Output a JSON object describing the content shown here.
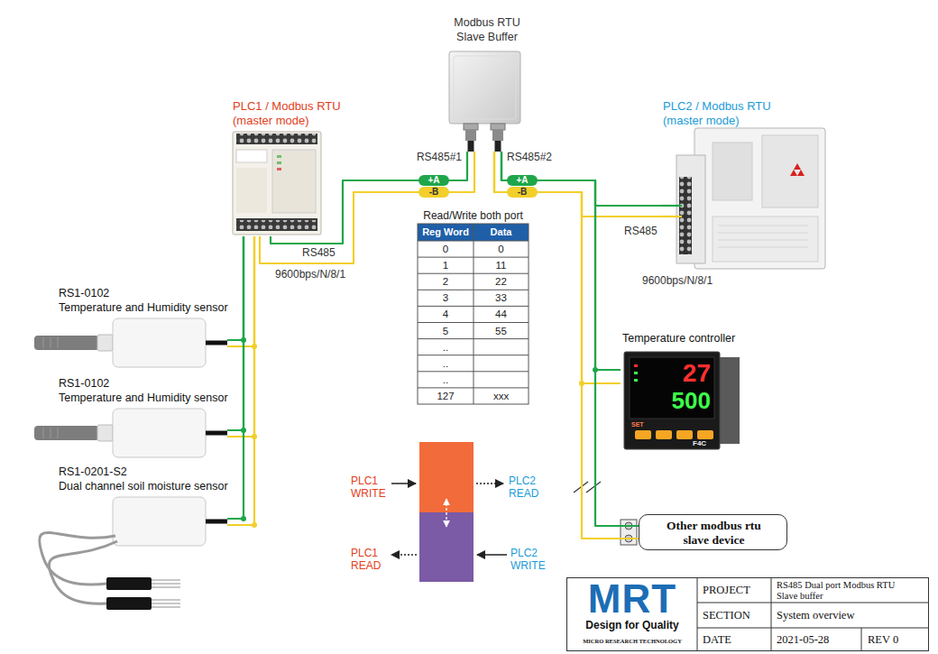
{
  "diagram": {
    "nodes": [
      {
        "text": [
          "Modbus RTU Slave Buffer"
        ]
      },
      {
        "text": [
          "PLC1 / Modbus RTU (master mode)"
        ]
      },
      {
        "text": [
          "PLC2 / Modbus RTU (master mode)"
        ]
      },
      {
        "text": [
          "RS1-0102",
          "Temperature and Humidity sensor"
        ]
      },
      {
        "text": [
          "Temperature controller",
          "27",
          "500",
          "SET",
          "F4C"
        ]
      },
      {
        "text": [
          "RS1-0102",
          "Temperature and Humidity sensor"
        ]
      },
      {
        "text": [
          "RS1-0201-S2",
          "Dual channel soil moisture sensor"
        ]
      },
      {
        "text": [
          "Other modbus rtu slave device"
        ]
      }
    ],
    "edges": [
      {
        "from": 0,
        "to": 1,
        "arrow": "none",
        "label": "RS485"
      },
      {
        "from": 0,
        "to": 2,
        "arrow": "none",
        "label": "RS485"
      },
      {
        "from": 0,
        "to": 4,
        "arrow": "none"
      },
      {
        "from": 0,
        "to": 7,
        "arrow": "none"
      },
      {
        "from": 1,
        "to": 3,
        "arrow": "none"
      },
      {
        "from": 1,
        "to": 5,
        "arrow": "none"
      },
      {
        "from": 1,
        "to": 6,
        "arrow": "none"
      }
    ],
    "labels": [
      "RS485#1",
      "RS485#2",
      "+A",
      "-B",
      "+A",
      "-B",
      "9600bps/N/8/1",
      "9600bps/N/8/1",
      "Read/Write both port",
      "Reg Word",
      "Data",
      "0",
      "0",
      "1",
      "11",
      "2",
      "22",
      "3",
      "33",
      "4",
      "44",
      "5",
      "55",
      "..",
      "..",
      "..",
      "127",
      "xxx",
      "PLC1 WRITE",
      "PLC2 READ",
      "PLC1 READ",
      "PLC2 WRITE",
      "MRT",
      "Design for Quality",
      "MICRO RESEARCH TECHNOLOGY",
      "PROJECT",
      "RS485 Dual port Modbus RTU Slave buffer",
      "SECTION",
      "System overview",
      "DATE",
      "2021-05-28",
      "REV 0"
    ]
  }
}
